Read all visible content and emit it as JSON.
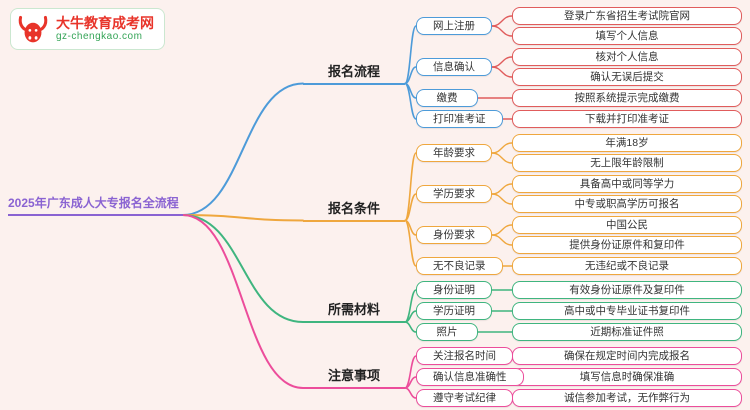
{
  "canvas": {
    "background": "#fcf1ee"
  },
  "logo": {
    "title": "大牛教育成考网",
    "subtitle": "gz-chengkao.com",
    "icon": "bull-icon",
    "title_color": "#e8342a",
    "subtitle_color": "#35a457"
  },
  "root": {
    "label": "2025年广东成人大专报名全流程",
    "color": "#8a63d2"
  },
  "branches": [
    {
      "label": "报名流程",
      "color": "#4d9bd9",
      "leaf_color": "#e05c5c",
      "topics": [
        {
          "label": "网上注册",
          "details": [
            "登录广东省招生考试院官网",
            "填写个人信息"
          ]
        },
        {
          "label": "信息确认",
          "details": [
            "核对个人信息",
            "确认无误后提交"
          ]
        },
        {
          "label": "缴费",
          "details": [
            "按照系统提示完成缴费"
          ]
        },
        {
          "label": "打印准考证",
          "details": [
            "下载并打印准考证"
          ]
        }
      ]
    },
    {
      "label": "报名条件",
      "color": "#efa73e",
      "leaf_color": "#efa73e",
      "topics": [
        {
          "label": "年龄要求",
          "details": [
            "年满18岁",
            "无上限年龄限制"
          ]
        },
        {
          "label": "学历要求",
          "details": [
            "具备高中或同等学力",
            "中专或职高学历可报名"
          ]
        },
        {
          "label": "身份要求",
          "details": [
            "中国公民",
            "提供身份证原件和复印件"
          ]
        },
        {
          "label": "无不良记录",
          "details": [
            "无违纪或不良记录"
          ]
        }
      ]
    },
    {
      "label": "所需材料",
      "color": "#3fb57f",
      "leaf_color": "#3fb57f",
      "topics": [
        {
          "label": "身份证明",
          "details": [
            "有效身份证原件及复印件"
          ]
        },
        {
          "label": "学历证明",
          "details": [
            "高中或中专毕业证书复印件"
          ]
        },
        {
          "label": "照片",
          "details": [
            "近期标准证件照"
          ]
        }
      ]
    },
    {
      "label": "注意事项",
      "color": "#ec4d9b",
      "leaf_color": "#ec4d9b",
      "topics": [
        {
          "label": "关注报名时间",
          "details": [
            "确保在规定时间内完成报名"
          ]
        },
        {
          "label": "确认信息准确性",
          "details": [
            "填写信息时确保准确"
          ]
        },
        {
          "label": "遵守考试纪律",
          "details": [
            "诚信参加考试，无作弊行为"
          ]
        }
      ]
    }
  ]
}
